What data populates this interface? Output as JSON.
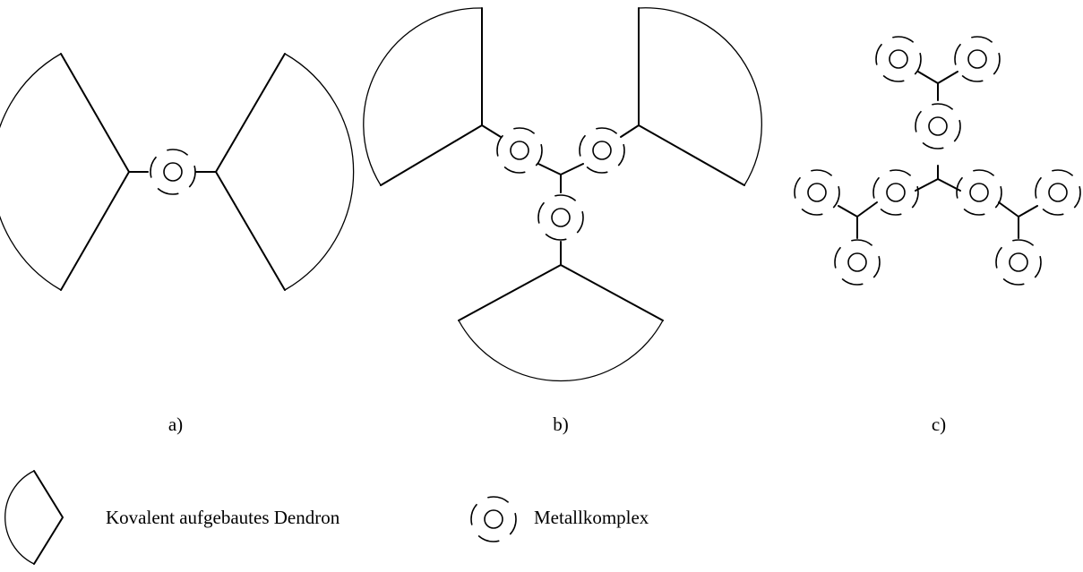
{
  "panels": [
    {
      "id": "a",
      "caption": "a)"
    },
    {
      "id": "b",
      "caption": "b)"
    },
    {
      "id": "c",
      "caption": "c)"
    }
  ],
  "legend": {
    "dendron_label": "Kovalent aufgebautes Dendron",
    "complex_label": "Metallkomplex"
  }
}
